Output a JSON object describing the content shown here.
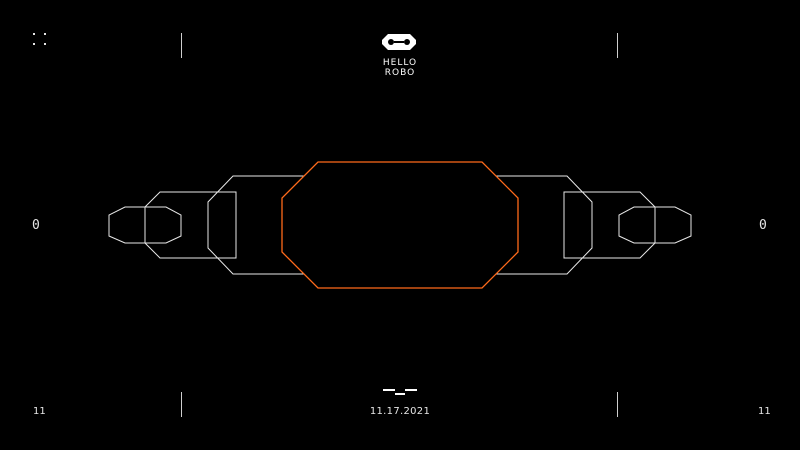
{
  "brand": {
    "line1": "HELLO",
    "line2": "ROBO",
    "logo_icon": "robot-face-icon"
  },
  "side_numbers": {
    "left": "0",
    "right": "0"
  },
  "footer": {
    "left_number": "11",
    "right_number": "11",
    "date": "11.17.2021",
    "mark_icon": "step-mark-icon"
  },
  "corner_icon": "four-dots-icon",
  "colors": {
    "background": "#000000",
    "outline": "#e8e8e8",
    "accent": "#ff6a1a"
  }
}
